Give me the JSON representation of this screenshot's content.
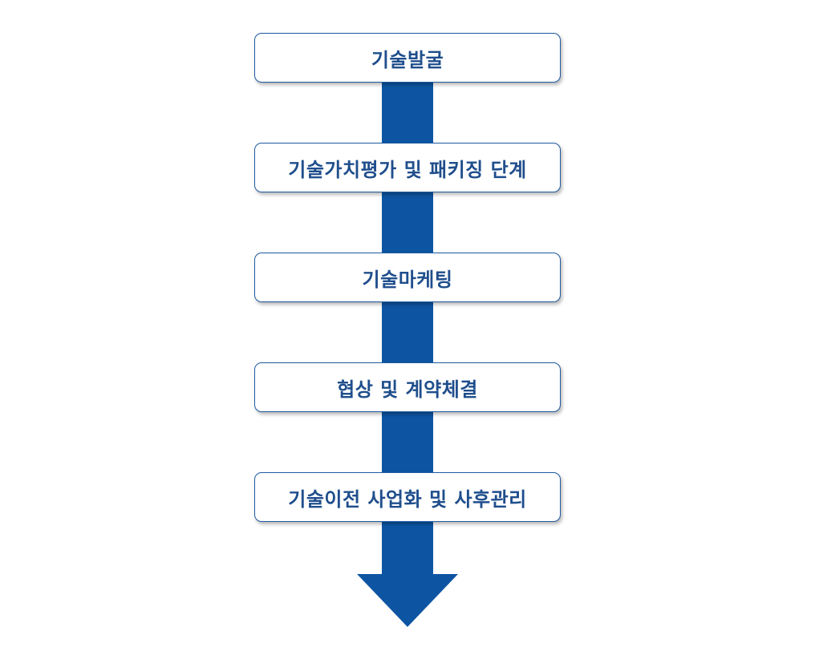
{
  "colors": {
    "arrow": "#0d55a3",
    "box_border": "#1f5aa0",
    "box_text": "#1f4e8c",
    "box_fill": "#ffffff"
  },
  "steps": [
    {
      "label": "기술발굴"
    },
    {
      "label": "기술가치평가 및 패키징 단계"
    },
    {
      "label": "기술마케팅"
    },
    {
      "label": "협상 및 계약체결"
    },
    {
      "label": "기술이전 사업화 및 사후관리"
    }
  ]
}
